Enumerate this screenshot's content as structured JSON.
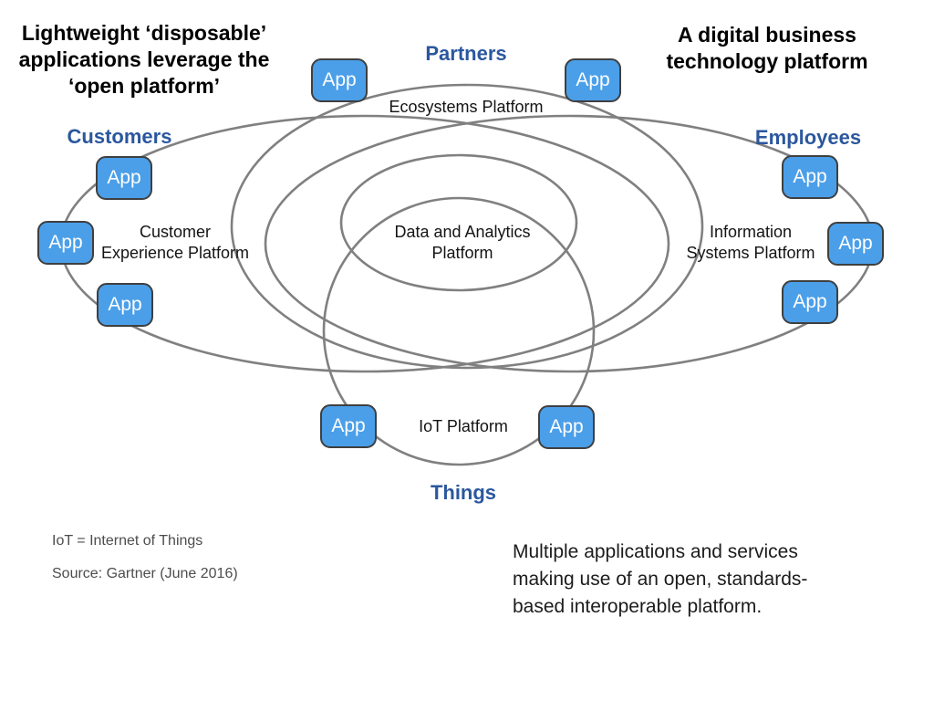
{
  "slide": {
    "title_left_lines": [
      "Lightweight ‘disposable’",
      "applications leverage the",
      "‘open platform’"
    ],
    "title_right_lines": [
      "A digital business",
      "technology platform"
    ],
    "caption_lines": [
      "Multiple applications and services",
      "making use of an open, standards-",
      "based interoperable platform."
    ],
    "notes": {
      "iot_definition": "IoT = Internet of Things",
      "source": "Source: Gartner (June 2016)"
    }
  },
  "diagram": {
    "app_badge_label": "App",
    "app_badge_count": 10,
    "groups": {
      "partners": "Partners",
      "customers": "Customers",
      "employees": "Employees",
      "things": "Things"
    },
    "platforms": {
      "ecosystems": "Ecosystems Platform",
      "customer_experience_lines": [
        "Customer",
        "Experience Platform"
      ],
      "information_systems_lines": [
        "Information",
        "Systems Platform"
      ],
      "data_analytics_lines": [
        "Data and Analytics",
        "Platform"
      ],
      "iot": "IoT Platform"
    },
    "colors": {
      "badge_fill": "#4B9FE9",
      "badge_border": "#3F3F3F",
      "badge_text": "#FFFFFF",
      "group_label": "#2B579E",
      "ellipse_stroke": "#808080",
      "background": "#FFFFFF"
    }
  }
}
